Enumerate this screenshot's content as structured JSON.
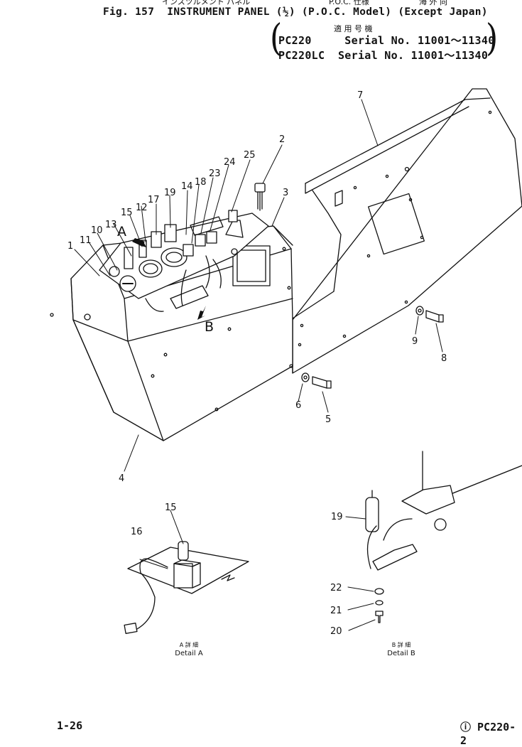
{
  "header": {
    "jp_title": "インスツルメント パネル",
    "jp_model": "P.O.C. 仕様",
    "jp_except": "海 外 向",
    "title": "Fig. 157  INSTRUMENT PANEL (½) (P.O.C. Model) (Except Japan)",
    "applicable_jp": "適 用 号 機",
    "serial_1": "PC220     Serial No. 11001～11340",
    "serial_2": "PC220LC  Serial No. 11001～11340"
  },
  "callouts": {
    "n1": "1",
    "n2": "2",
    "n3": "3",
    "n4": "4",
    "n5": "5",
    "n6": "6",
    "n7": "7",
    "n8": "8",
    "n9": "9",
    "n10": "10",
    "n11": "11",
    "n12": "12",
    "n13": "13",
    "n14": "14",
    "n15": "15",
    "n16": "16",
    "n17": "17",
    "n18": "18",
    "n19": "19",
    "n20": "20",
    "n21": "21",
    "n22": "22",
    "n23": "23",
    "n24": "24",
    "n25": "25",
    "detail_a_15": "15",
    "detail_b_19": "19"
  },
  "view_markers": {
    "a": "A",
    "b": "B"
  },
  "details": {
    "a_jp": "A 詳 細",
    "a_en": "Detail A",
    "b_jp": "B 詳 細",
    "b_en": "Detail B"
  },
  "footer": {
    "page": "1-26",
    "model": "ⓘ PC220-2"
  }
}
